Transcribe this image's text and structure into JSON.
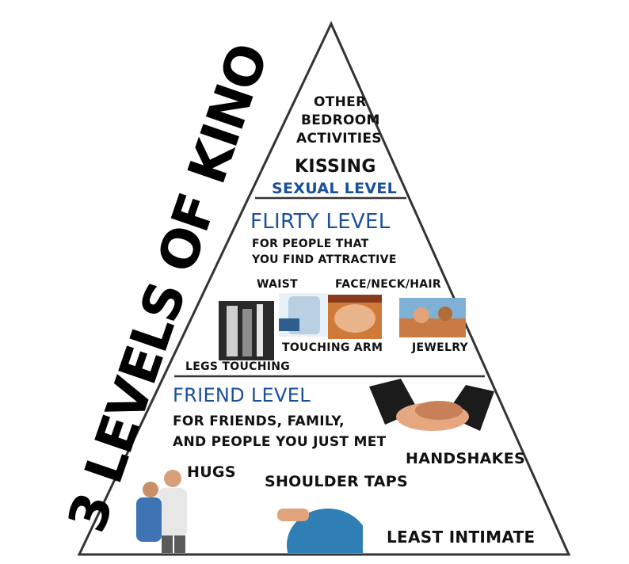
{
  "title": "3 LEVELS OF KINO",
  "colors": {
    "accent": "#1a4f9c",
    "text": "#111111",
    "outline": "#333333"
  },
  "sexual_level": {
    "items": [
      "OTHER",
      "BEDROOM",
      "ACTIVITIES"
    ],
    "kissing": "KISSING",
    "heading": "SEXUAL LEVEL"
  },
  "flirty_level": {
    "heading": "FLIRTY LEVEL",
    "desc_line1": "FOR PEOPLE THAT",
    "desc_line2": "YOU FIND ATTRACTIVE",
    "labels": {
      "waist": "WAIST",
      "face": "FACE/NECK/HAIR",
      "touching_arm": "TOUCHING ARM",
      "jewelry": "JEWELRY",
      "legs": "LEGS TOUCHING"
    }
  },
  "friend_level": {
    "heading": "FRIEND LEVEL",
    "desc_line1": "FOR FRIENDS, FAMILY,",
    "desc_line2": "AND PEOPLE YOU JUST MET",
    "handshakes": "HANDSHAKES",
    "hugs": "HUGS",
    "shoulder": "SHOULDER TAPS",
    "least": "LEAST INTIMATE"
  }
}
